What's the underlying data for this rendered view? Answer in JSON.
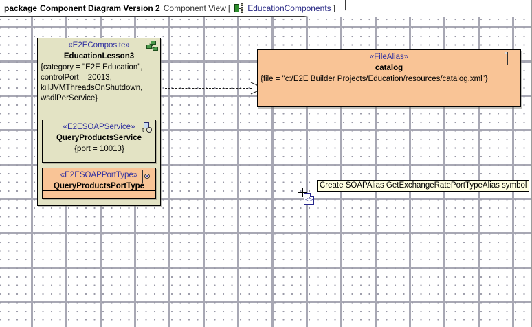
{
  "header": {
    "keyword": "package",
    "package_name": "Component Diagram Version 2",
    "view_label": "Component View",
    "bracket_open": "[",
    "bracket_close": "]",
    "diagram_tag": "EducationComponents",
    "icon": "component-network-icon"
  },
  "composite": {
    "stereotype": "«E2EComposite»",
    "name": "EducationLesson3",
    "properties": "{category = \"E2E Education\",\ncontrolPort = 20013,\nkillJVMThreadsOnShutdown,\nwsdlPerService}",
    "icon": "composite-cluster-icon"
  },
  "service": {
    "stereotype": "«E2ESOAPService»",
    "name": "QueryProductsService",
    "properties": "{port = 10013}",
    "icon": "soap-service-icon"
  },
  "porttype": {
    "stereotype": "«E2ESOAPPortType»",
    "name": "QueryProductsPortType",
    "icon": "port-type-icon"
  },
  "filealias": {
    "stereotype": "«FileAlias»",
    "name": "catalog",
    "properties": "{file = \"c:/E2E Builder Projects/Education/resources/catalog.xml\"}",
    "icon": "file-window-icon"
  },
  "connector": {
    "type": "dependency-dashed-arrow",
    "from": "EducationLesson3",
    "to": "catalog"
  },
  "tooltip": {
    "text": "Create SOAPAlias GetExchangeRatePortTypeAlias symbol"
  },
  "cursor": {
    "icon": "crosshair-create-symbol-cursor"
  },
  "colors": {
    "component_fill": "#e3e3c4",
    "alias_fill": "#f9c496",
    "stereotype_text": "#2f2fa0",
    "tooltip_fill": "#ffffe1",
    "canvas": "#ffffff"
  }
}
